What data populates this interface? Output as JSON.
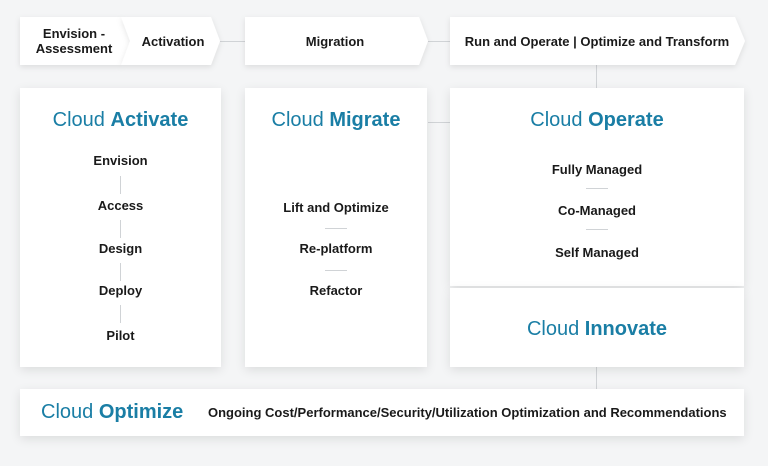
{
  "colors": {
    "accent": "#1a7ea5",
    "text": "#1a1a1a",
    "connector": "#d0d3d6",
    "background": "#f4f5f6",
    "card": "#ffffff"
  },
  "phases": {
    "envision": "Envision -\nAssessment",
    "activation": "Activation",
    "migration": "Migration",
    "run": "Run and Operate | Optimize and Transform"
  },
  "activate": {
    "title_prefix": "Cloud",
    "title_highlight": "Activate",
    "items": [
      "Envision",
      "Access",
      "Design",
      "Deploy",
      "Pilot"
    ]
  },
  "migrate": {
    "title_prefix": "Cloud",
    "title_highlight": "Migrate",
    "items": [
      "Lift and Optimize",
      "Re-platform",
      "Refactor"
    ]
  },
  "operate": {
    "title_prefix": "Cloud",
    "title_highlight": "Operate",
    "items": [
      "Fully Managed",
      "Co-Managed",
      "Self Managed"
    ]
  },
  "innovate": {
    "title_prefix": "Cloud",
    "title_highlight": "Innovate"
  },
  "optimize": {
    "title_prefix": "Cloud",
    "title_highlight": "Optimize",
    "description": "Ongoing Cost/Performance/Security/Utilization Optimization and Recommendations"
  }
}
